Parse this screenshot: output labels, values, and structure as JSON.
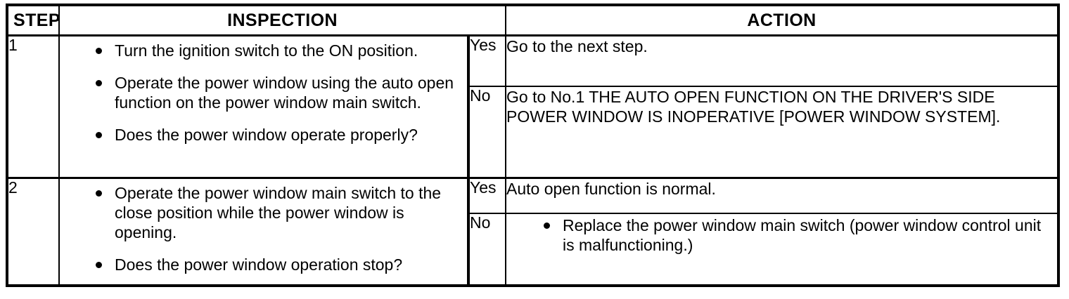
{
  "table": {
    "headers": {
      "step": "STEP",
      "inspection": "INSPECTION",
      "action": "ACTION"
    },
    "rows": [
      {
        "step": "1",
        "inspection_bullets": [
          "Turn the ignition switch to the ON position.",
          "Operate the power window using the auto open function on the power window main switch.",
          "Does the power window operate properly?"
        ],
        "results": [
          {
            "label": "Yes",
            "action_text": "Go to the next step.",
            "action_bullets": []
          },
          {
            "label": "No",
            "action_text": "Go to No.1 THE AUTO OPEN FUNCTION ON THE DRIVER'S SIDE POWER WINDOW IS INOPERATIVE [POWER WINDOW SYSTEM].",
            "action_bullets": []
          }
        ]
      },
      {
        "step": "2",
        "inspection_bullets": [
          "Operate the power window main switch to the close position while the power window is opening.",
          "Does the power window operation stop?"
        ],
        "results": [
          {
            "label": "Yes",
            "action_text": "Auto open function is normal.",
            "action_bullets": []
          },
          {
            "label": "No",
            "action_text": "",
            "action_bullets": [
              "Replace the power window main switch (power window control unit is malfunctioning.)"
            ]
          }
        ]
      }
    ]
  },
  "style": {
    "border_color": "#000000",
    "background": "#ffffff",
    "text_color": "#000000"
  }
}
